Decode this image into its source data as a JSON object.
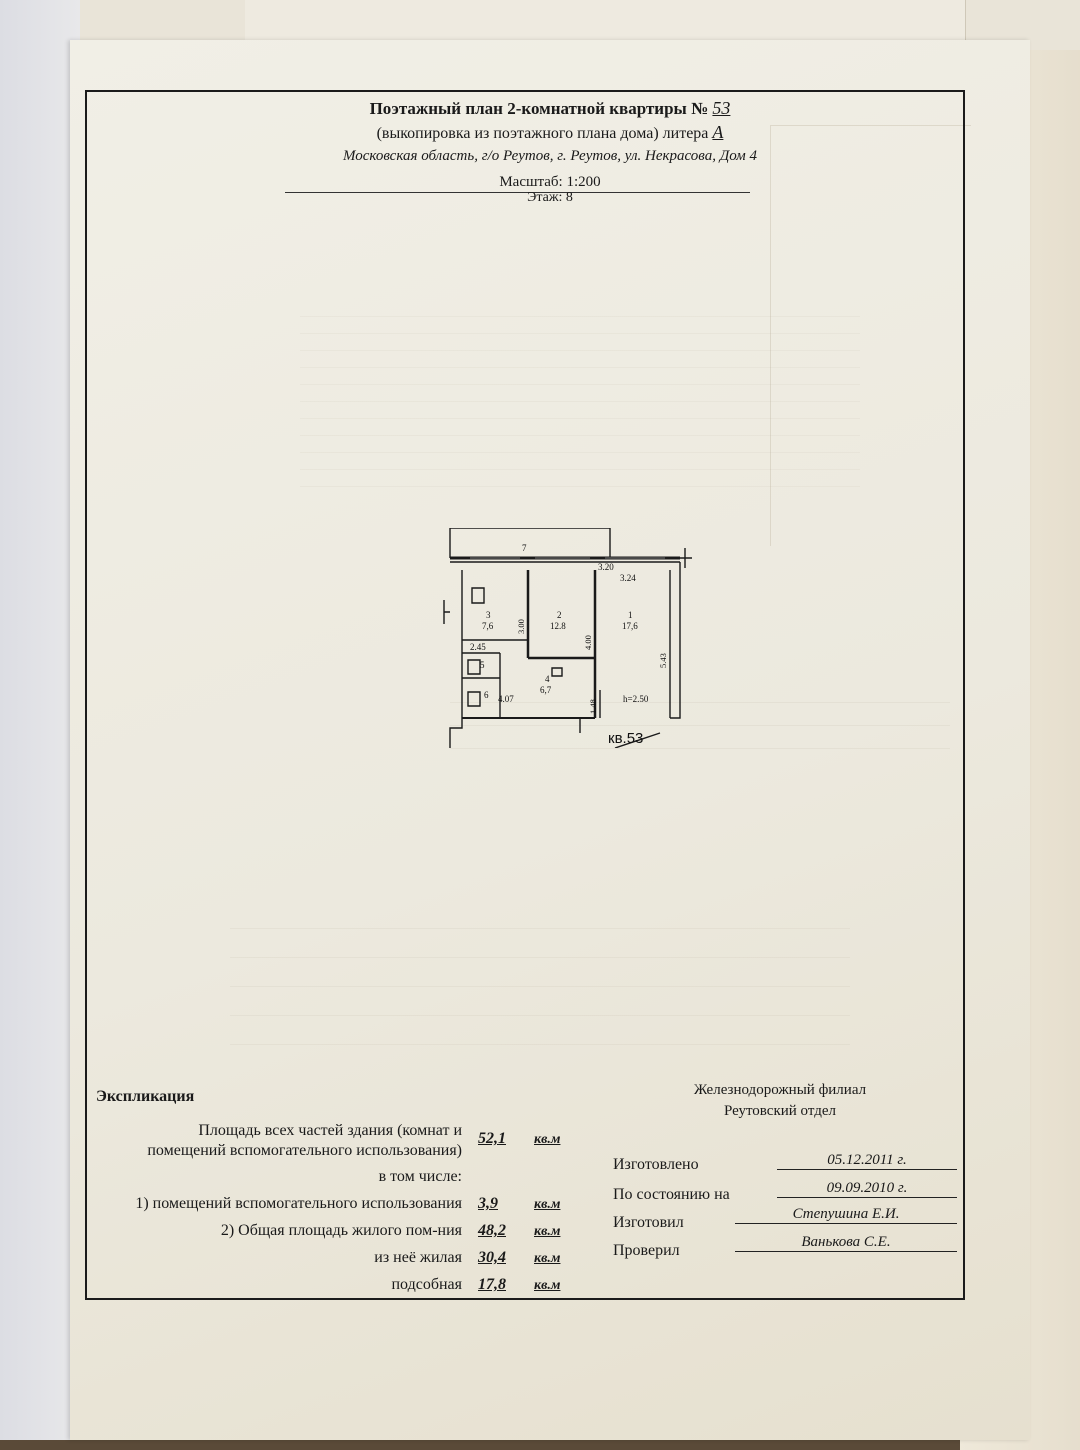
{
  "header": {
    "title_prefix": "Поэтажный план 2-комнатной квартиры №",
    "apartment_number": "53",
    "subtitle_prefix": "(выкопировка из поэтажного плана дома) литера",
    "litera": "А",
    "address": "Московская область, г/о Реутов, г. Реутов, ул. Некрасова, Дом 4",
    "scale": "Масштаб: 1:200",
    "floor": "Этаж: 8"
  },
  "plan": {
    "apartment_label": "кв.53",
    "height_label": "h=2.50",
    "dimensions": [
      "3.20",
      "3.24",
      "3.00",
      "4.00",
      "5.43",
      "2.45",
      "1.48",
      "4.07"
    ],
    "rooms": [
      {
        "number": "1",
        "area": "17,6"
      },
      {
        "number": "2",
        "area": "12.8"
      },
      {
        "number": "3",
        "area": "7,6"
      },
      {
        "number": "4",
        "area": "6,7"
      },
      {
        "number": "5",
        "area": ""
      },
      {
        "number": "6",
        "area": ""
      },
      {
        "number": "7",
        "area": ""
      }
    ]
  },
  "explication": {
    "title": "Экспликация",
    "total_label_line1": "Площадь всех частей здания (комнат и",
    "total_label_line2": "помещений вспомогательного использования)",
    "total_value": "52,1",
    "including": "в том числе:",
    "aux_label": "1) помещений вспомогательного использования",
    "aux_value": "3,9",
    "living_total_label": "2) Общая площадь жилого пом-ния",
    "living_total_value": "48,2",
    "residential_label": "из неё жилая",
    "residential_value": "30,4",
    "utility_label": "подсобная",
    "utility_value": "17,8",
    "unit": "кв.м"
  },
  "organization": {
    "line1": "Железнодорожный филиал",
    "line2": "Реутовский отдел"
  },
  "signoff": {
    "made_label": "Изготовлено",
    "made_value": "05.12.2011 г.",
    "state_label": "По состоянию на",
    "state_value": "09.09.2010 г.",
    "made_by_label": "Изготовил",
    "made_by_value": "Степушина Е.И.",
    "checked_label": "Проверил",
    "checked_value": "Ванькова С.Е."
  }
}
